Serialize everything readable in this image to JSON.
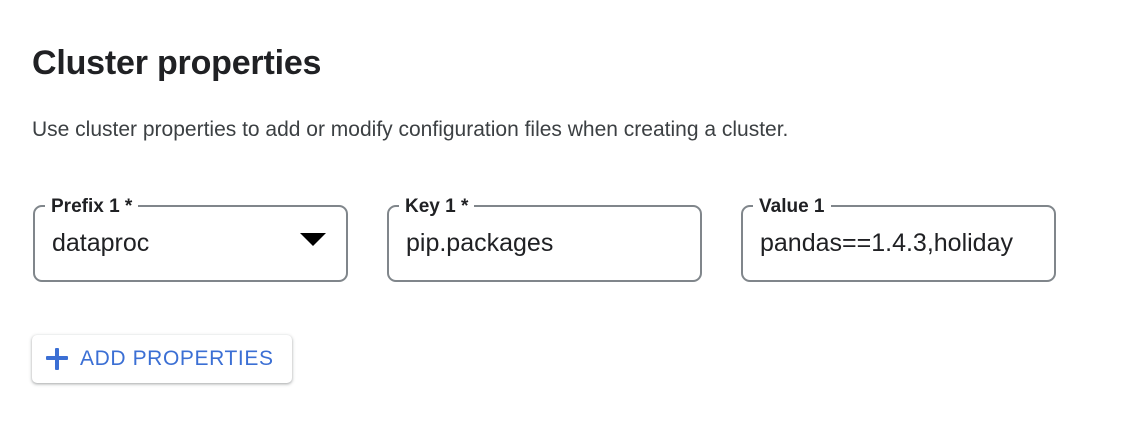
{
  "header": {
    "title": "Cluster properties",
    "description": "Use cluster properties to add or modify configuration files when creating a cluster."
  },
  "properties_row": {
    "fields": [
      {
        "label": "Prefix 1 *",
        "value": "dataproc",
        "control": "select",
        "icon": "dropdown-arrow-icon",
        "required": true
      },
      {
        "label": "Key 1 *",
        "value": "pip.packages",
        "control": "text",
        "required": true
      },
      {
        "label": "Value 1",
        "value": "pandas==1.4.3,holiday",
        "control": "text",
        "required": false
      }
    ]
  },
  "actions": {
    "add_properties_label": "ADD PROPERTIES",
    "add_properties_icon": "plus-icon"
  },
  "colors": {
    "accent_blue": "#3b6fd4",
    "text_primary": "#202124",
    "text_secondary": "#3c4043",
    "field_border": "#80868b",
    "background": "#ffffff"
  }
}
